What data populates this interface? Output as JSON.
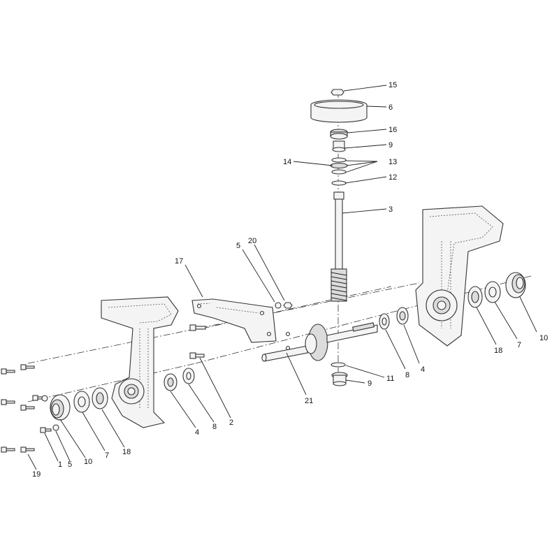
{
  "callouts": [
    {
      "id": "c-15",
      "text": "15"
    },
    {
      "id": "c-6",
      "text": "6"
    },
    {
      "id": "c-16",
      "text": "16"
    },
    {
      "id": "c-9-top",
      "text": "9"
    },
    {
      "id": "c-14",
      "text": "14"
    },
    {
      "id": "c-13",
      "text": "13"
    },
    {
      "id": "c-12",
      "text": "12"
    },
    {
      "id": "c-3",
      "text": "3"
    },
    {
      "id": "c-5-top",
      "text": "5"
    },
    {
      "id": "c-20",
      "text": "20"
    },
    {
      "id": "c-17",
      "text": "17"
    },
    {
      "id": "c-10-right",
      "text": "10"
    },
    {
      "id": "c-7-right",
      "text": "7"
    },
    {
      "id": "c-18-right",
      "text": "18"
    },
    {
      "id": "c-4-right",
      "text": "4"
    },
    {
      "id": "c-8-right",
      "text": "8"
    },
    {
      "id": "c-11",
      "text": "11"
    },
    {
      "id": "c-9-bottom",
      "text": "9"
    },
    {
      "id": "c-21",
      "text": "21"
    },
    {
      "id": "c-2",
      "text": "2"
    },
    {
      "id": "c-8-left",
      "text": "8"
    },
    {
      "id": "c-4-left",
      "text": "4"
    },
    {
      "id": "c-18-left",
      "text": "18"
    },
    {
      "id": "c-7-left",
      "text": "7"
    },
    {
      "id": "c-10-left",
      "text": "10"
    },
    {
      "id": "c-5-bottom",
      "text": "5"
    },
    {
      "id": "c-1",
      "text": "1"
    },
    {
      "id": "c-19",
      "text": "19"
    }
  ]
}
